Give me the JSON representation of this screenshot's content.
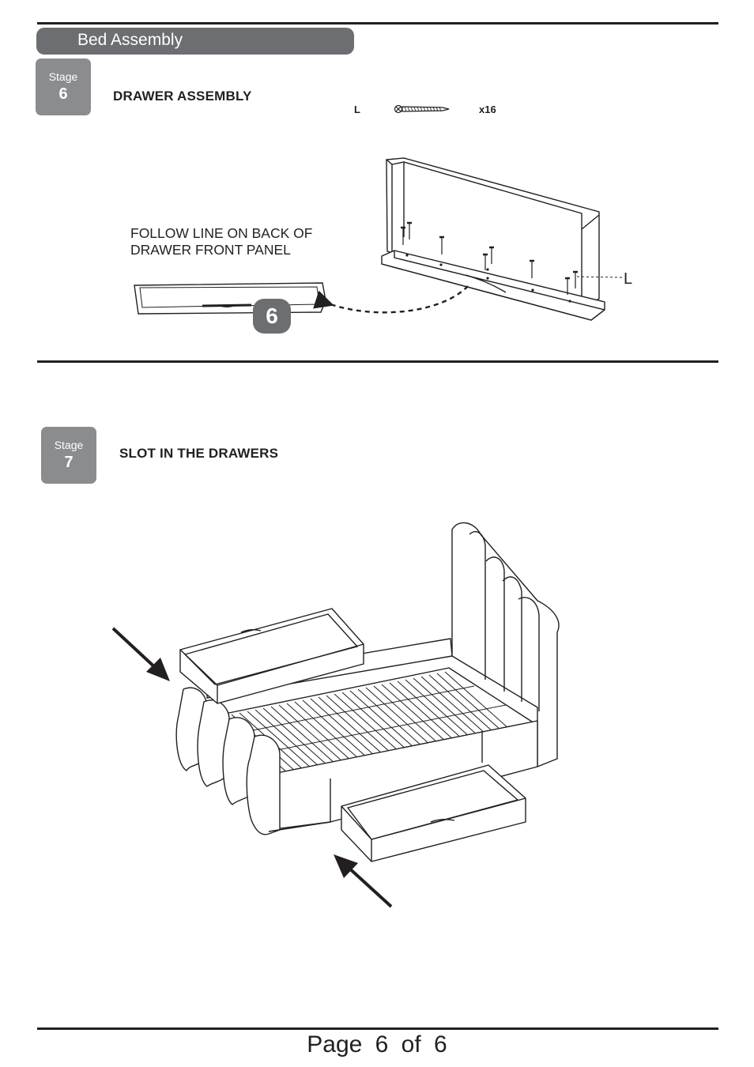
{
  "header": {
    "title": "Bed  Assembly"
  },
  "stage6": {
    "stage_word": "Stage",
    "stage_number": "6",
    "title": "DRAWER  ASSEMBLY",
    "part_label": "L",
    "quantity": "x16",
    "note_line1": "FOLLOW LINE ON BACK OF",
    "note_line2": "DRAWER  FRONT PANEL",
    "callout_label": "L",
    "diagram_number": "6"
  },
  "stage7": {
    "stage_word": "Stage",
    "stage_number": "7",
    "title": "SLOT IN THE DRAWERS"
  },
  "footer": {
    "page": "Page  6  of  6"
  },
  "colors": {
    "ink": "#231f20",
    "badge_gray": "#8a8c8e",
    "header_gray": "#6d6e71"
  }
}
